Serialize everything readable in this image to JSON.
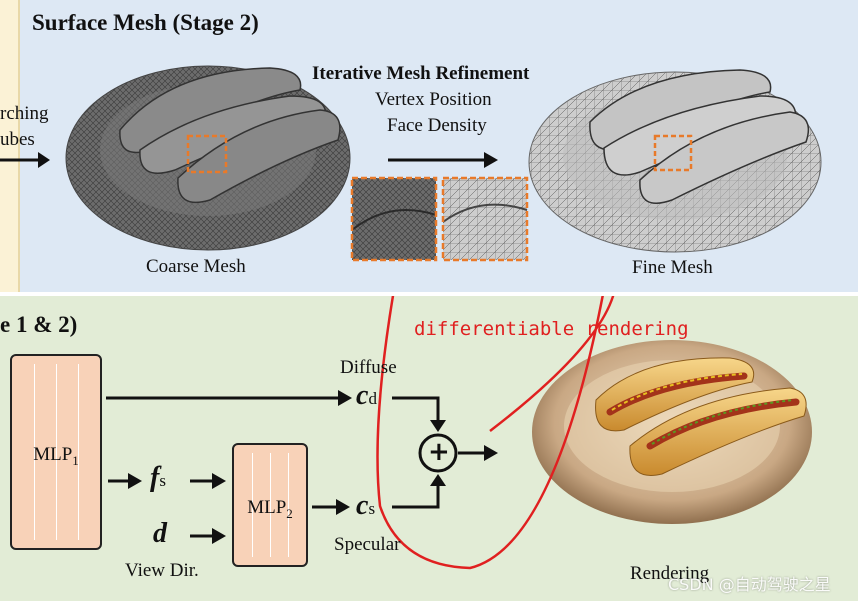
{
  "top_panel": {
    "title": "Surface Mesh (Stage 2)",
    "left_cutoff_line1": "rching",
    "left_cutoff_line2": "ubes",
    "refine_title": "Iterative Mesh Refinement",
    "refine_line1": "Vertex Position",
    "refine_line2": "Face Density",
    "coarse_label": "Coarse Mesh",
    "fine_label": "Fine Mesh"
  },
  "bottom_panel": {
    "title": "e 1 & 2)",
    "annotation": "differentiable rendering",
    "mlp1_label": "MLP",
    "mlp1_sub": "1",
    "mlp2_label": "MLP",
    "mlp2_sub": "2",
    "fs_symbol": "f",
    "fs_sub": "s",
    "d_symbol": "d",
    "view_dir_label": "View Dir.",
    "diffuse_label": "Diffuse",
    "cd_symbol": "c",
    "cd_sub": "d",
    "cs_symbol": "c",
    "cs_sub": "s",
    "specular_label": "Specular",
    "plus_symbol": "+",
    "rendering_label": "Rendering"
  },
  "watermark": "CSDN @自动驾驶之星",
  "colors": {
    "top_panel_bg": "#dde8f4",
    "bottom_panel_bg": "#e2ecd6",
    "mlp_fill": "#f8d2b8",
    "highlight_orange": "#e87a2a",
    "annotation_red": "#e02020"
  }
}
